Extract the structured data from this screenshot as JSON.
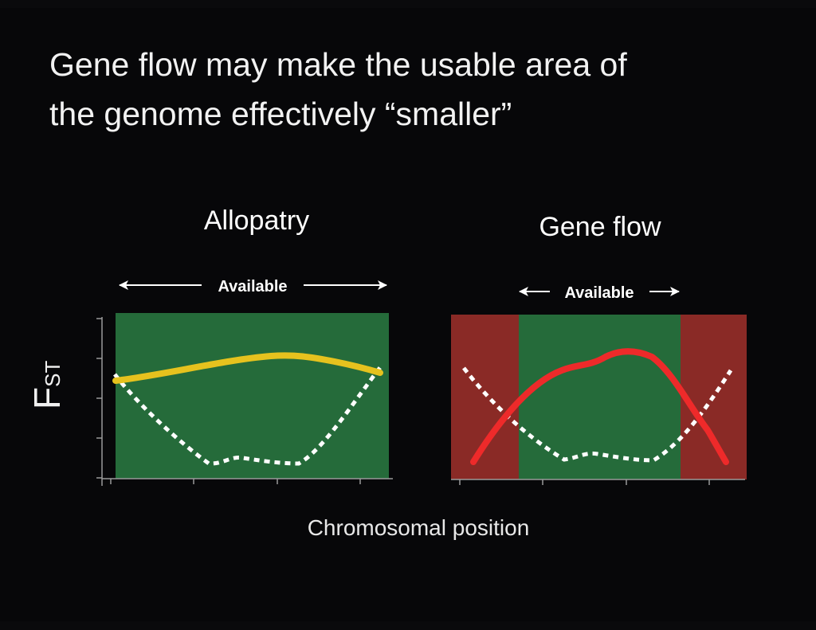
{
  "slide": {
    "title": "Gene flow may make the usable area of\nthe genome effectively “smaller”"
  },
  "panels": {
    "left": {
      "heading": "Allopatry",
      "available_label": "Available"
    },
    "right": {
      "heading": "Gene flow",
      "available_label": "Available"
    }
  },
  "axes": {
    "y_label": "F",
    "y_label_sub": "ST",
    "x_label": "Chromosomal position"
  },
  "colors": {
    "background": "#070709",
    "available_region": "#256b3a",
    "unavailable_region": "#8a2a26",
    "allopatry_curve": "#e6c21e",
    "geneflow_curve": "#ee2a2a",
    "dotted_curve": "#ffffff"
  }
}
